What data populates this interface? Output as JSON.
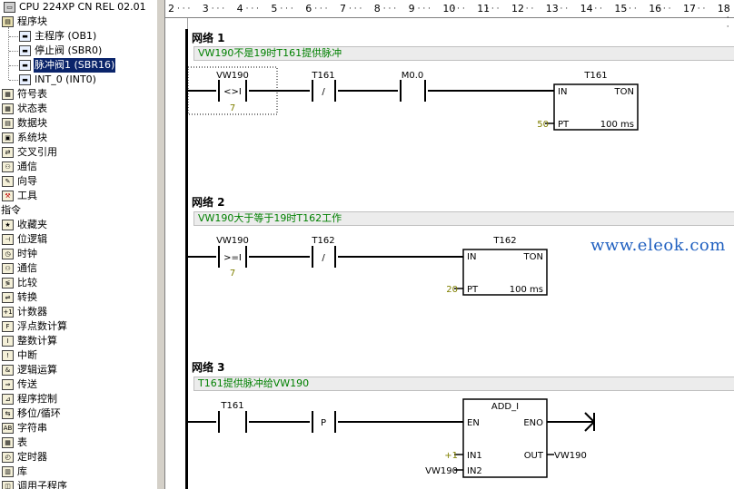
{
  "tree": {
    "root": "CPU 224XP CN REL 02.01",
    "program_block": "程序块",
    "programs": [
      "主程序 (OB1)",
      "停止阀 (SBR0)",
      "脉冲阀1 (SBR16)",
      "INT_0 (INT0)"
    ],
    "selected_program": 2,
    "project_items": [
      "符号表",
      "状态表",
      "数据块",
      "系统块",
      "交叉引用",
      "通信",
      "向导",
      "工具"
    ],
    "instructions_header": "指令",
    "instructions": [
      "收藏夹",
      "位逻辑",
      "时钟",
      "通信",
      "比较",
      "转换",
      "计数器",
      "浮点数计算",
      "整数计算",
      "中断",
      "逻辑运算",
      "传送",
      "程序控制",
      "移位/循环",
      "字符串",
      "表",
      "定时器",
      "库",
      "调用子程序"
    ]
  },
  "ruler": [
    "2",
    "3",
    "4",
    "5",
    "6",
    "7",
    "8",
    "9",
    "10",
    "11",
    "12",
    "13",
    "14",
    "15",
    "16",
    "17",
    "18"
  ],
  "networks": [
    {
      "title": "网络 1",
      "comment": "VW190不是19时T161提供脉冲",
      "contacts": [
        {
          "top": "VW190",
          "symbol": "<>I",
          "bottom": "7"
        },
        {
          "top": "T161",
          "symbol": "/",
          "bottom": ""
        },
        {
          "top": "M0.0",
          "symbol": "",
          "bottom": ""
        }
      ],
      "box": {
        "name": "T161",
        "in": "IN",
        "out": "TON",
        "pt_label": "PT",
        "pt_value": "50",
        "base": "100 ms"
      }
    },
    {
      "title": "网络 2",
      "comment": "VW190大于等于19时T162工作",
      "contacts": [
        {
          "top": "VW190",
          "symbol": ">=I",
          "bottom": "7"
        },
        {
          "top": "T162",
          "symbol": "/",
          "bottom": ""
        }
      ],
      "box": {
        "name": "T162",
        "in": "IN",
        "out": "TON",
        "pt_label": "PT",
        "pt_value": "20",
        "base": "100 ms"
      }
    },
    {
      "title": "网络 3",
      "comment": "T161提供脉冲给VW190",
      "contacts": [
        {
          "top": "T161",
          "symbol": "",
          "bottom": ""
        },
        {
          "top": "",
          "symbol": "P",
          "bottom": ""
        }
      ],
      "box": {
        "name": "ADD_I",
        "en": "EN",
        "eno": "ENO",
        "in1": "IN1",
        "in1_value": "+1",
        "in2": "IN2",
        "in2_value": "VW190",
        "out": "OUT",
        "out_value": "VW190"
      }
    }
  ],
  "watermark": "www.eleok.com"
}
